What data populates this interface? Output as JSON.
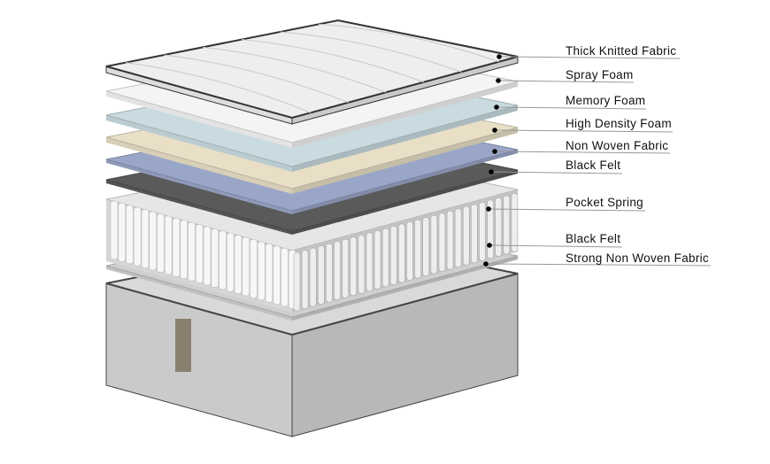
{
  "labels": [
    {
      "text": "Thick Knitted Fabric"
    },
    {
      "text": "Spray Foam"
    },
    {
      "text": "Memory Foam"
    },
    {
      "text": "High Density Foam"
    },
    {
      "text": "Non Woven Fabric"
    },
    {
      "text": "Black Felt"
    },
    {
      "text": "Pocket Spring"
    },
    {
      "text": "Black Felt"
    },
    {
      "text": "Strong Non Woven Fabric"
    }
  ],
  "colors": {
    "knitted": "#eeeeee",
    "spray": "#f4f4f4",
    "memory": "#c9dbe0",
    "high_density": "#e8dfc6",
    "non_woven": "#9aa6c8",
    "black_felt": "#5a5a5a",
    "spring": "#e6e6e6",
    "strong_non_woven": "#cfcfcf",
    "base": "#d9d9d9",
    "leader": "#999999"
  }
}
